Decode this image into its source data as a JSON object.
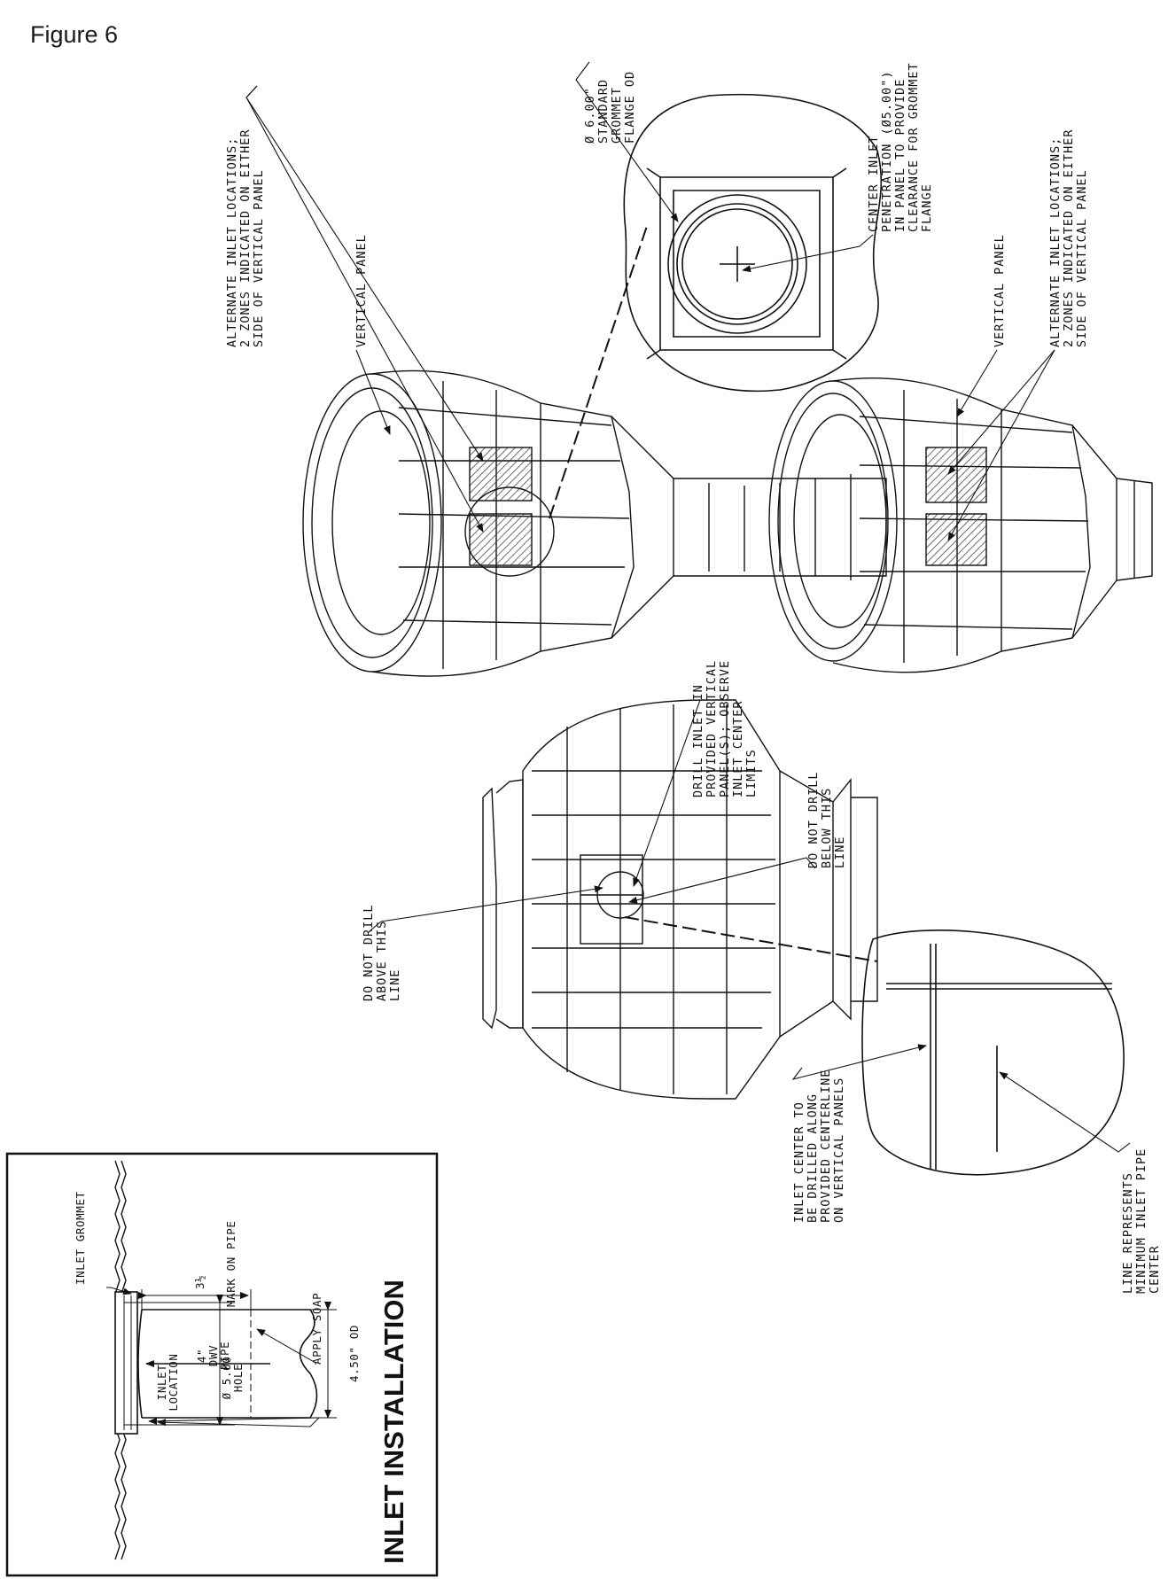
{
  "figure_title": "Figure 6",
  "inset": {
    "heading": "INLET INSTALLATION",
    "labels": {
      "inlet_grommet": "INLET GROMMET",
      "mark_on_pipe": "MARK ON PIPE",
      "apply_soap": "APPLY SOAP",
      "od": "4.50\" OD",
      "dwv": [
        "4\"",
        "DWV",
        "PIPE"
      ],
      "three_half": "3½",
      "inlet_location": [
        "INLET",
        "LOCATION"
      ],
      "hole": [
        "Ø 5.00",
        "HOLE"
      ]
    }
  },
  "top_callouts": {
    "alt_inlet_1": [
      "ALTERNATE INLET LOCATIONS;",
      "2 ZONES INDICATED ON EITHER",
      "SIDE OF VERTICAL PANEL"
    ],
    "vertical_panel_1": [
      "VERTICAL PANEL"
    ],
    "grommet_od": [
      "Ø 6.00\"",
      "STANDARD",
      "GROMMET",
      "FLANGE OD"
    ],
    "center_inlet": [
      "CENTER INLET",
      "PENETRATION (Ø5.00\")",
      "IN PANEL TO PROVIDE",
      "CLEARANCE FOR GROMMET",
      "FLANGE"
    ],
    "vertical_panel_2": [
      "VERTICAL PANEL"
    ],
    "alt_inlet_2": [
      "ALTERNATE INLET LOCATIONS;",
      "2 ZONES INDICATED ON EITHER",
      "SIDE OF VERTICAL PANEL"
    ]
  },
  "mid_callouts": {
    "drill_inlet": [
      "DRILL INLET IN",
      "PROVIDED VERTICAL",
      "PANEL(S); OBSERVE",
      "INLET CENTER",
      "LIMITS"
    ],
    "do_not_drill_below": [
      "DO NOT DRILL",
      "BELOW THIS",
      "LINE"
    ],
    "do_not_drill_above": [
      "DO NOT DRILL",
      "ABOVE THIS",
      "LINE"
    ],
    "inlet_center": [
      "INLET CENTER TO",
      "BE DRILLED ALONG",
      "PROVIDED CENTERLINE",
      "ON VERTICAL PANELS"
    ],
    "line_represents": [
      "LINE REPRESENTS",
      "MINIMUM INLET PIPE",
      "CENTER"
    ]
  }
}
